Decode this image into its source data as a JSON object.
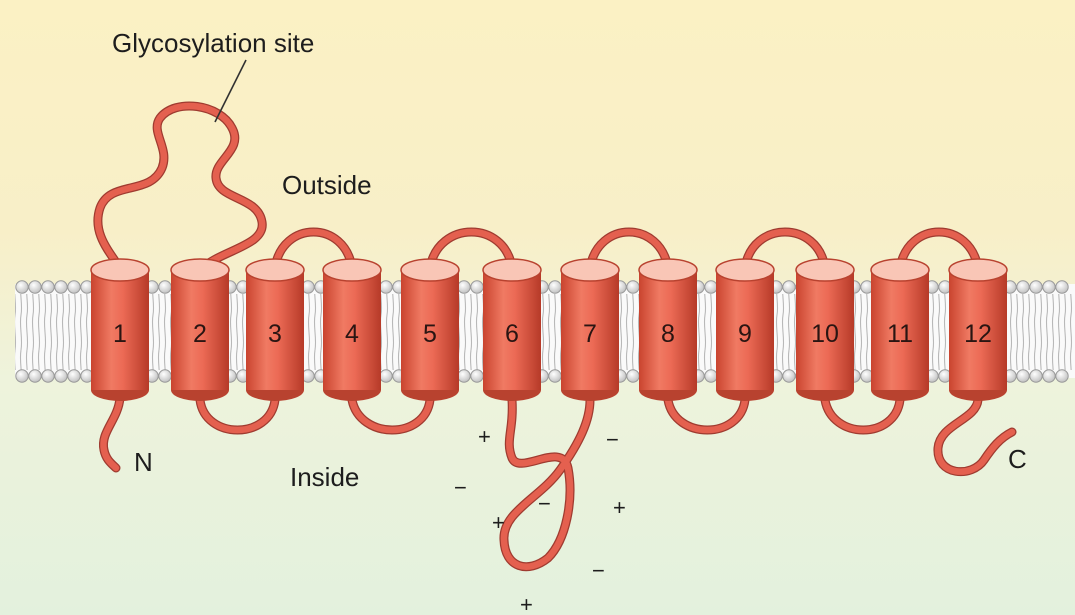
{
  "labels": {
    "glycosylation": "Glycosylation site",
    "outside": "Outside",
    "inside": "Inside",
    "n_terminus": "N",
    "c_terminus": "C"
  },
  "helices": [
    "1",
    "2",
    "3",
    "4",
    "5",
    "6",
    "7",
    "8",
    "9",
    "10",
    "11",
    "12"
  ],
  "charges": {
    "c1": "+",
    "c2": "−",
    "c3": "−",
    "c4": "+",
    "c5": "−",
    "c6": "+",
    "c7": "−",
    "c8": "+"
  },
  "colors": {
    "helix": "#e4604f",
    "helix_dark": "#b8422f",
    "helix_light": "#f9c6b6",
    "head_group": "#dcdcdc",
    "membrane_band": "#f6f6f6"
  }
}
